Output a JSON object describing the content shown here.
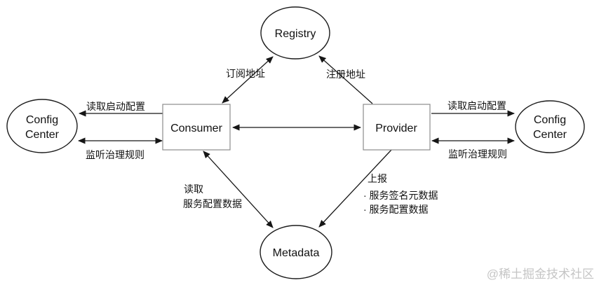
{
  "diagram": {
    "title": "Service architecture diagram (Dubbo-style)",
    "nodes": {
      "registry": {
        "label": "Registry",
        "shape": "ellipse"
      },
      "consumer": {
        "label": "Consumer",
        "shape": "rect"
      },
      "provider": {
        "label": "Provider",
        "shape": "rect"
      },
      "config_center_left": {
        "label_line1": "Config",
        "label_line2": "Center",
        "shape": "ellipse"
      },
      "config_center_right": {
        "label_line1": "Config",
        "label_line2": "Center",
        "shape": "ellipse"
      },
      "metadata": {
        "label": "Metadata",
        "shape": "ellipse"
      }
    },
    "edges": {
      "consumer_registry": {
        "label": "订阅地址",
        "direction": "bidirectional"
      },
      "provider_registry": {
        "label": "注册地址",
        "direction": "provider-to-registry"
      },
      "consumer_config_read": {
        "label": "读取启动配置",
        "direction": "consumer-to-config-center"
      },
      "consumer_config_listen": {
        "label": "监听治理规则",
        "direction": "bidirectional"
      },
      "consumer_provider": {
        "direction": "bidirectional"
      },
      "provider_config_read": {
        "label": "读取启动配置",
        "direction": "provider-to-config-center"
      },
      "provider_config_listen": {
        "label": "监听治理规则",
        "direction": "bidirectional"
      },
      "consumer_metadata": {
        "label_line1": "读取",
        "label_line2": "服务配置数据",
        "direction": "bidirectional"
      },
      "provider_metadata": {
        "label_line1": "上报",
        "label_line2": "· 服务签名元数据",
        "label_line3": "· 服务配置数据",
        "direction": "provider-to-metadata"
      }
    }
  },
  "watermark": "@稀土掘金技术社区",
  "colors": {
    "background": "#ffffff",
    "line": "#161616",
    "ellipse_stroke": "#1c1c1c",
    "rect_stroke": "#8c8c8c",
    "text": "#111111",
    "watermark": "#c5c5c5"
  }
}
